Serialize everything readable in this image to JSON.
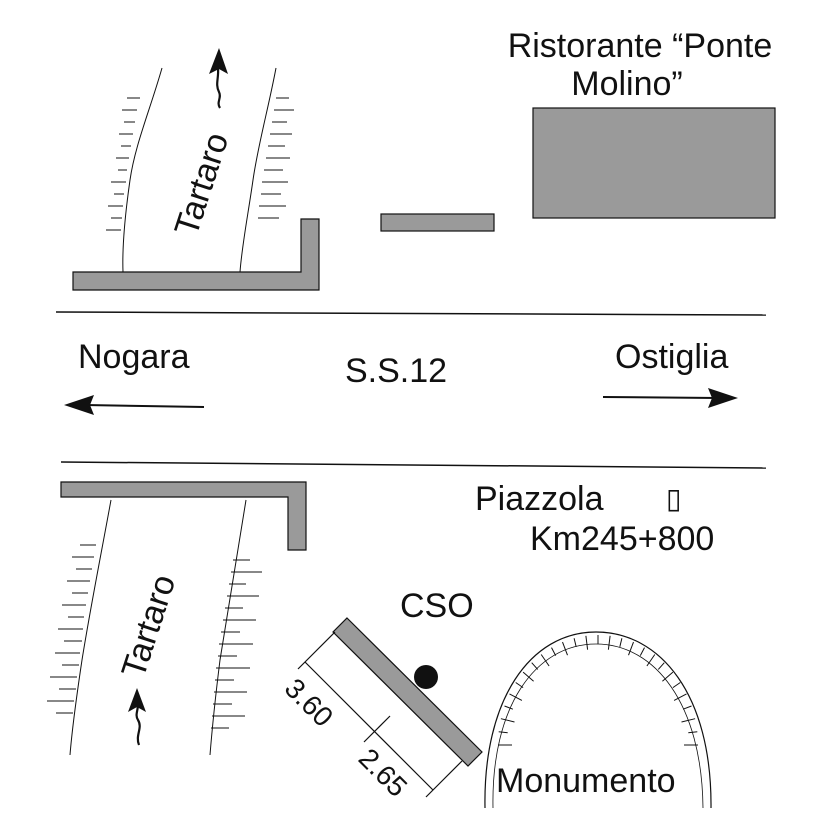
{
  "labels": {
    "restaurant_line1": "Ristorante “Ponte",
    "restaurant_line2": "Molino”",
    "river_north": "Tartaro",
    "river_south": "Tartaro",
    "road": "S.S.12",
    "west_destination": "Nogara",
    "east_destination": "Ostiglia",
    "piazzola": "Piazzola",
    "piazzola_symbol": "▯",
    "km_marker": "Km245+800",
    "cso": "CSO",
    "monument": "Monumento",
    "dim_a": "3.60",
    "dim_b": "2.65"
  },
  "colors": {
    "building_fill": "#9a9a9a",
    "stroke": "#111111"
  }
}
